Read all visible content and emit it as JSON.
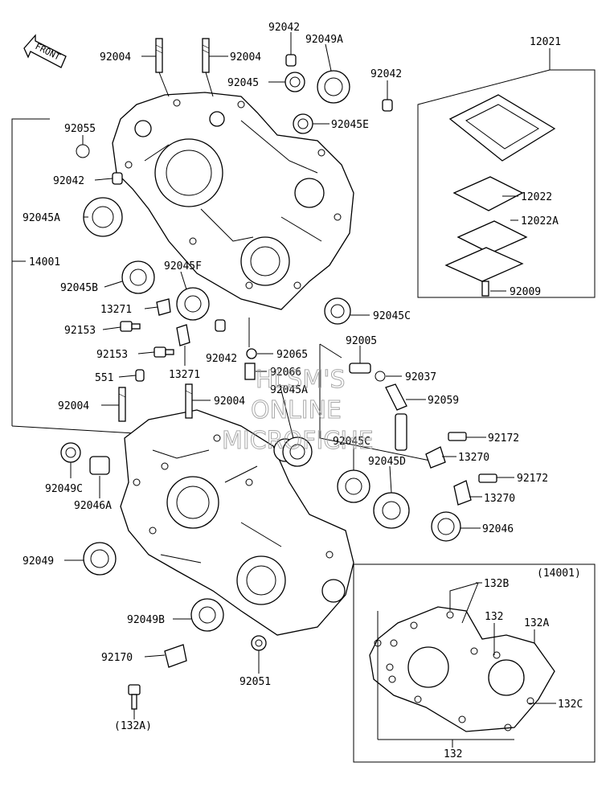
{
  "front_arrow": {
    "text": "FRONT"
  },
  "watermark": {
    "line1": "HLSM'S",
    "line2": "ONLINE",
    "line3": "MICROFICHE"
  },
  "callouts": [
    {
      "id": "c01",
      "text": "92004"
    },
    {
      "id": "c02",
      "text": "92004"
    },
    {
      "id": "c03",
      "text": "92042"
    },
    {
      "id": "c04",
      "text": "92049A"
    },
    {
      "id": "c05",
      "text": "92045"
    },
    {
      "id": "c06",
      "text": "92042"
    },
    {
      "id": "c07",
      "text": "92045E"
    },
    {
      "id": "c08",
      "text": "12021"
    },
    {
      "id": "c09",
      "text": "92055"
    },
    {
      "id": "c10",
      "text": "92042"
    },
    {
      "id": "c11",
      "text": "92045A"
    },
    {
      "id": "c12",
      "text": "12022"
    },
    {
      "id": "c13",
      "text": "12022A"
    },
    {
      "id": "c14",
      "text": "14001"
    },
    {
      "id": "c15",
      "text": "92045F"
    },
    {
      "id": "c16",
      "text": "92045B"
    },
    {
      "id": "c17",
      "text": "92009"
    },
    {
      "id": "c18",
      "text": "13271"
    },
    {
      "id": "c19",
      "text": "92045C"
    },
    {
      "id": "c20",
      "text": "92153"
    },
    {
      "id": "c21",
      "text": "92042"
    },
    {
      "id": "c22",
      "text": "92065"
    },
    {
      "id": "c23",
      "text": "92005"
    },
    {
      "id": "c24",
      "text": "92153"
    },
    {
      "id": "c25",
      "text": "13271"
    },
    {
      "id": "c26",
      "text": "92066"
    },
    {
      "id": "c27",
      "text": "92037"
    },
    {
      "id": "c28",
      "text": "551"
    },
    {
      "id": "c29",
      "text": "92045A"
    },
    {
      "id": "c30",
      "text": "92059"
    },
    {
      "id": "c31",
      "text": "92004"
    },
    {
      "id": "c32",
      "text": "92004"
    },
    {
      "id": "c33",
      "text": "92045C"
    },
    {
      "id": "c34",
      "text": "92172"
    },
    {
      "id": "c35",
      "text": "13270"
    },
    {
      "id": "c36",
      "text": "92045D"
    },
    {
      "id": "c37",
      "text": "92049C"
    },
    {
      "id": "c38",
      "text": "92172"
    },
    {
      "id": "c39",
      "text": "92046A"
    },
    {
      "id": "c40",
      "text": "13270"
    },
    {
      "id": "c41",
      "text": "92046"
    },
    {
      "id": "c42",
      "text": "92049"
    },
    {
      "id": "c43",
      "text": "(14001)"
    },
    {
      "id": "c44",
      "text": "132B"
    },
    {
      "id": "c45",
      "text": "132"
    },
    {
      "id": "c46",
      "text": "132A"
    },
    {
      "id": "c47",
      "text": "92049B"
    },
    {
      "id": "c48",
      "text": "92170"
    },
    {
      "id": "c49",
      "text": "132C"
    },
    {
      "id": "c50",
      "text": "92051"
    },
    {
      "id": "c51",
      "text": "(132A)"
    },
    {
      "id": "c52",
      "text": "132"
    }
  ]
}
